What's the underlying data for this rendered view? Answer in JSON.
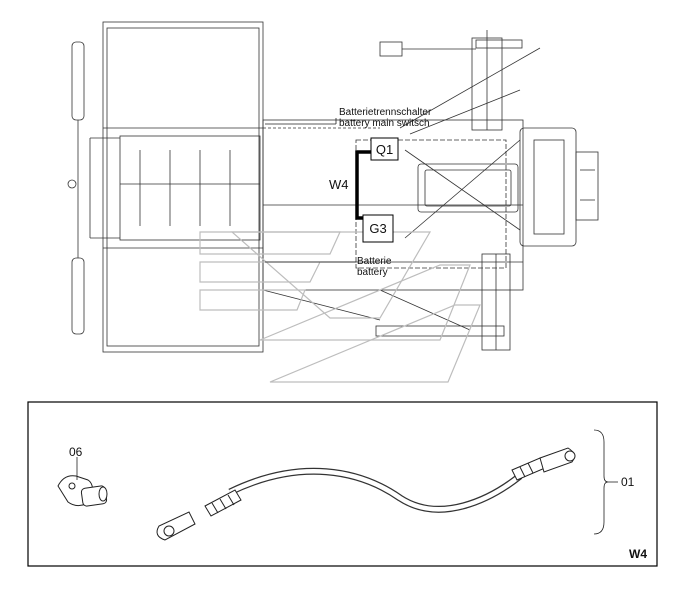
{
  "callouts": {
    "switch_label_de": "Batterietrennschalter",
    "switch_label_en": "battery main switsch",
    "q1": "Q1",
    "w4": "W4",
    "g3": "G3",
    "battery_label_de": "Batterie",
    "battery_label_en": "battery"
  },
  "detail_panel": {
    "part_06": "06",
    "part_01": "01",
    "panel_tag": "W4"
  },
  "colors": {
    "line": "#333333",
    "cable_highlight": "#000000",
    "watermark": "#bdbdbd"
  }
}
